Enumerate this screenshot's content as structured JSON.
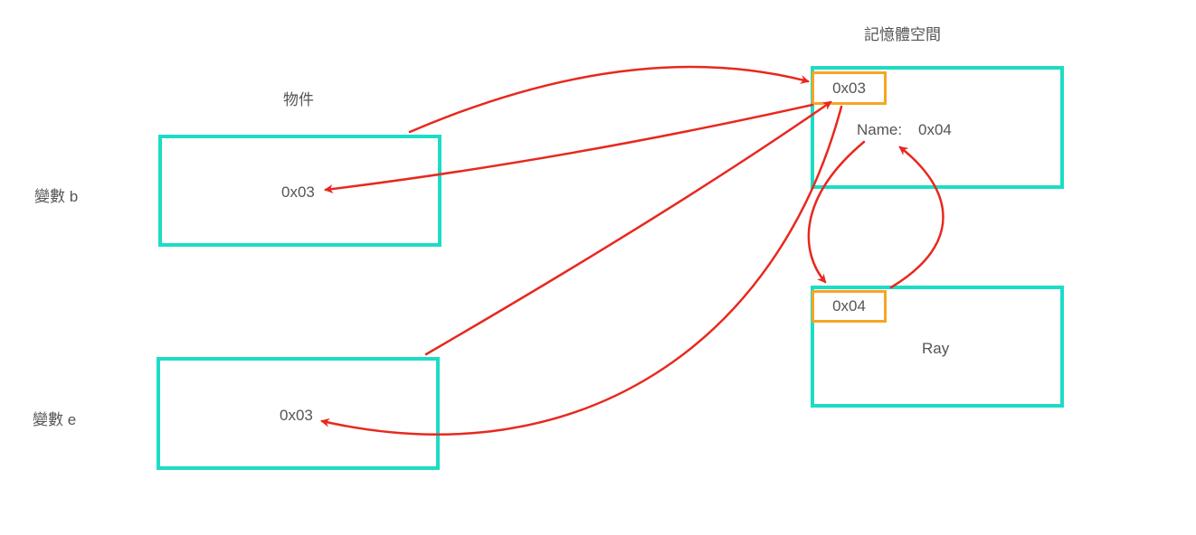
{
  "titles": {
    "object": "物件",
    "memory": "記憶體空間"
  },
  "variables": [
    {
      "label": "變數 b",
      "value": "0x03"
    },
    {
      "label": "變數 e",
      "value": "0x03"
    }
  ],
  "memory_blocks": [
    {
      "address": "0x03",
      "field_label": "Name:",
      "field_value": "0x04"
    },
    {
      "address": "0x04",
      "content": "Ray"
    }
  ],
  "colors": {
    "box": "#1ddcc6",
    "address_box": "#f5a623",
    "arrow": "#e8281e",
    "text": "#555555"
  }
}
